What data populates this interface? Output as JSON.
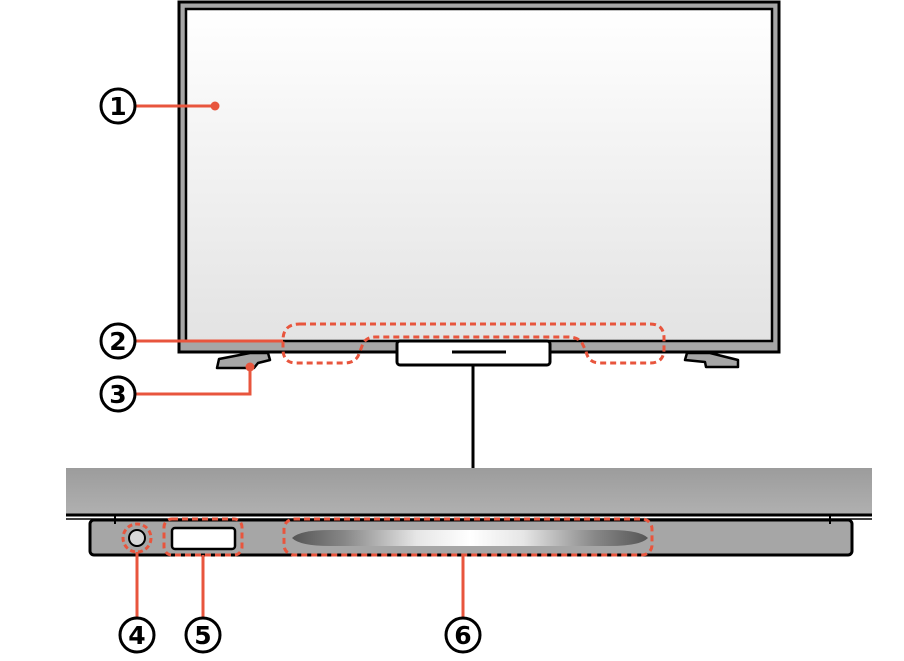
{
  "colors": {
    "callout": "#e8553d",
    "outline": "#000000",
    "panel_top": "#ffffff",
    "panel_bottom": "#e3e3e3",
    "bezel_gray": "#a6a6a6"
  },
  "callouts": [
    {
      "number": "1",
      "target": "screen"
    },
    {
      "number": "2",
      "target": "bottom-bezel-strip"
    },
    {
      "number": "3",
      "target": "stand-foot"
    },
    {
      "number": "4",
      "target": "round-indicator"
    },
    {
      "number": "5",
      "target": "rectangular-sensor"
    },
    {
      "number": "6",
      "target": "light-bar"
    }
  ]
}
